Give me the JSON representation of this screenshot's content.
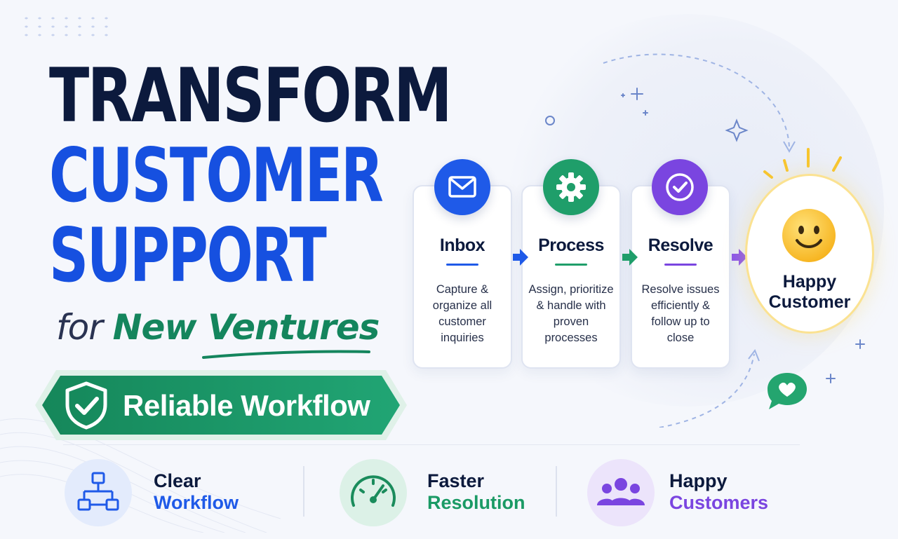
{
  "headline": {
    "line1": "TRANSFORM",
    "line2": "CUSTOMER",
    "line3": "SUPPORT",
    "sub_prefix": "for",
    "sub_highlight": "New Ventures"
  },
  "banner": {
    "label": "Reliable Workflow"
  },
  "steps": [
    {
      "title": "Inbox",
      "description": "Capture & organize all customer inquiries",
      "icon": "envelope-icon",
      "color": "#1f5ae8"
    },
    {
      "title": "Process",
      "description": "Assign, prioritize & handle with proven processes",
      "icon": "gear-icon",
      "color": "#1f9e6a"
    },
    {
      "title": "Resolve",
      "description": "Resolve issues efficiently & follow up to close",
      "icon": "check-circle-icon",
      "color": "#7a45e0"
    }
  ],
  "outcome": {
    "label": "Happy Customer",
    "icon": "smiley-icon"
  },
  "features": [
    {
      "line1": "Clear",
      "line2": "Workflow",
      "icon": "flowchart-icon",
      "color": "#1f5ae8"
    },
    {
      "line1": "Faster",
      "line2": "Resolution",
      "icon": "speedometer-icon",
      "color": "#1f9e6a"
    },
    {
      "line1": "Happy",
      "line2": "Customers",
      "icon": "users-icon",
      "color": "#7a45e0"
    }
  ],
  "colors": {
    "navy": "#0c1a3d",
    "blue": "#1650e0",
    "green": "#14855d",
    "purple": "#7a45e0",
    "yellow": "#fbd24d"
  }
}
